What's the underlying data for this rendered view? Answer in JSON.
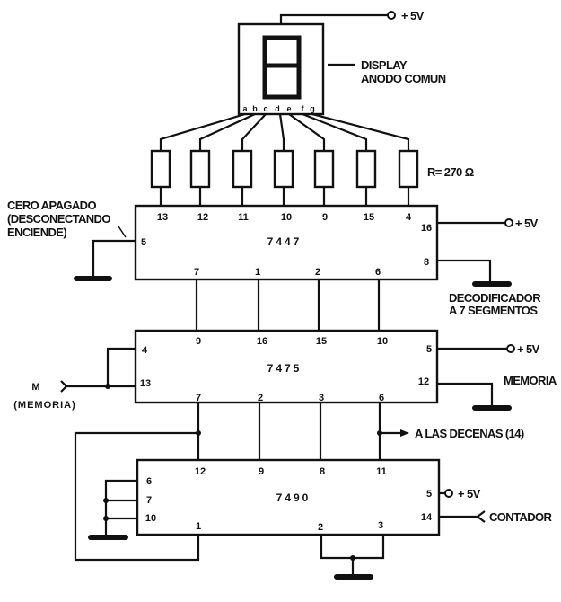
{
  "display": {
    "label_line1": "DISPLAY",
    "label_line2": "ANODO COMUN",
    "segments": [
      "a",
      "b",
      "c",
      "d",
      "e",
      "f",
      "g"
    ],
    "supply": "+ 5V"
  },
  "resistor_label": "R= 270 Ω",
  "decoder": {
    "name": "7447",
    "top_pins": [
      "13",
      "12",
      "11",
      "10",
      "9",
      "15",
      "4"
    ],
    "bottom_pins": [
      "7",
      "1",
      "2",
      "6"
    ],
    "pin_left": "5",
    "pin_vcc": "16",
    "pin_gnd": "8",
    "supply": "+ 5V",
    "note_line1": "CERO APAGADO",
    "note_line2": "(DESCONECTANDO",
    "note_line3": "ENCIENDE)",
    "caption_line1": "DECODIFICADOR",
    "caption_line2": "A 7 SEGMENTOS"
  },
  "latch": {
    "name": "7475",
    "top_pins": [
      "9",
      "16",
      "15",
      "10"
    ],
    "bottom_pins": [
      "7",
      "2",
      "3",
      "6"
    ],
    "pin_4": "4",
    "pin_13": "13",
    "pin_vcc": "5",
    "pin_gnd": "12",
    "supply": "+ 5V",
    "input_label": "M",
    "input_caption": "(MEMORIA)",
    "caption": "MEMORIA"
  },
  "counter": {
    "name": "7490",
    "top_pins": [
      "12",
      "9",
      "8",
      "11"
    ],
    "left_pins": [
      "6",
      "7",
      "10"
    ],
    "pin_1": "1",
    "pin_2": "2",
    "pin_3": "3",
    "pin_vcc": "5",
    "pin_clk": "14",
    "supply": "+ 5V",
    "clock_label": "CONTADOR",
    "tens_output": "A LAS DECENAS (14)"
  }
}
